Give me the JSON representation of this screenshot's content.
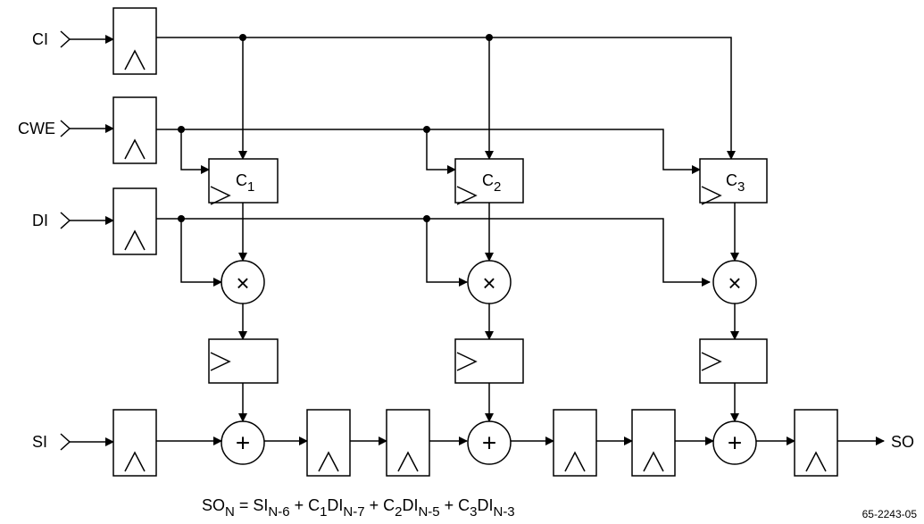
{
  "inputs": {
    "ci": "CI",
    "cwe": "CWE",
    "di": "DI",
    "si": "SI"
  },
  "output": "SO",
  "coefficients": [
    {
      "base": "C",
      "sub": "1"
    },
    {
      "base": "C",
      "sub": "2"
    },
    {
      "base": "C",
      "sub": "3"
    }
  ],
  "equation": {
    "lhs": "SO",
    "lhs_sub": "N",
    "terms": [
      {
        "text": " = SI",
        "sub": "N-6"
      },
      {
        "text": " + C",
        "sub": "1"
      },
      {
        "text": "DI",
        "sub": "N-7"
      },
      {
        "text": " + C",
        "sub": "2"
      },
      {
        "text": "DI",
        "sub": "N-5"
      },
      {
        "text": " + C",
        "sub": "3"
      },
      {
        "text": "DI",
        "sub": "N-3"
      }
    ]
  },
  "figure_id": "65-2243-05",
  "symbols": {
    "multiply": "×",
    "add": "+"
  }
}
